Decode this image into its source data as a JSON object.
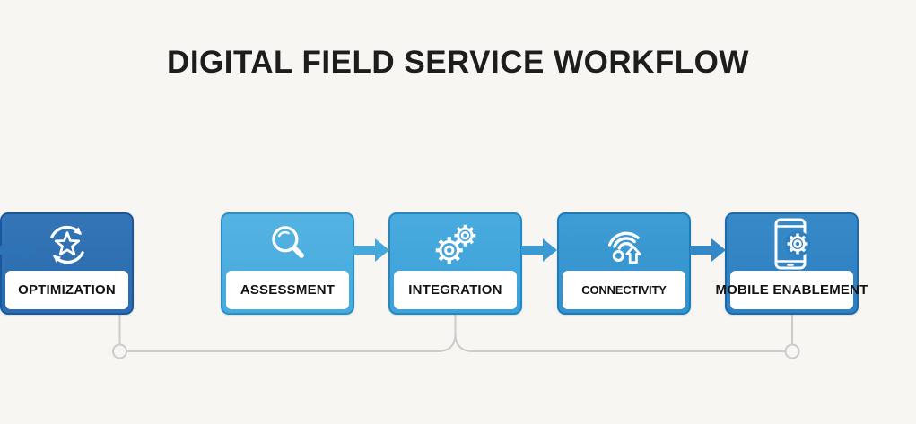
{
  "title": "DIGITAL FIELD SERVICE WORKFLOW",
  "title_color": "#1d1d1d",
  "background": "#f7f6f3",
  "steps": [
    {
      "label": "ASSESSMENT",
      "icon": "magnifier-icon",
      "fill": "#47abdc",
      "fill_top": "#54b3e2",
      "border": "#2491ce"
    },
    {
      "label": "INTEGRATION",
      "icon": "gears-icon",
      "fill": "#3da2d9",
      "fill_top": "#49abdf",
      "border": "#1f88c7"
    },
    {
      "label": "CONNECTIVITY",
      "icon": "wifi-upload-icon",
      "fill": "#3492cd",
      "fill_top": "#3f9cd4",
      "border": "#1b7cbd"
    },
    {
      "label": "MOBILE ENABLEMENT",
      "icon": "mobile-gear-icon",
      "fill": "#2f80c1",
      "fill_top": "#3889c7",
      "border": "#1a6aae"
    },
    {
      "label": "OPTIMIZATION",
      "icon": "refresh-star-icon",
      "fill": "#2c6cb0",
      "fill_top": "#3375b7",
      "border": "#1957a0"
    }
  ],
  "arrows": [
    {
      "color": "#44a8db"
    },
    {
      "color": "#3a9bd4"
    },
    {
      "color": "#3389c8"
    },
    {
      "color": "#2d74b6"
    }
  ],
  "connector": {
    "color": "#cbcbcb",
    "node_fill": "#f7f6f3"
  }
}
